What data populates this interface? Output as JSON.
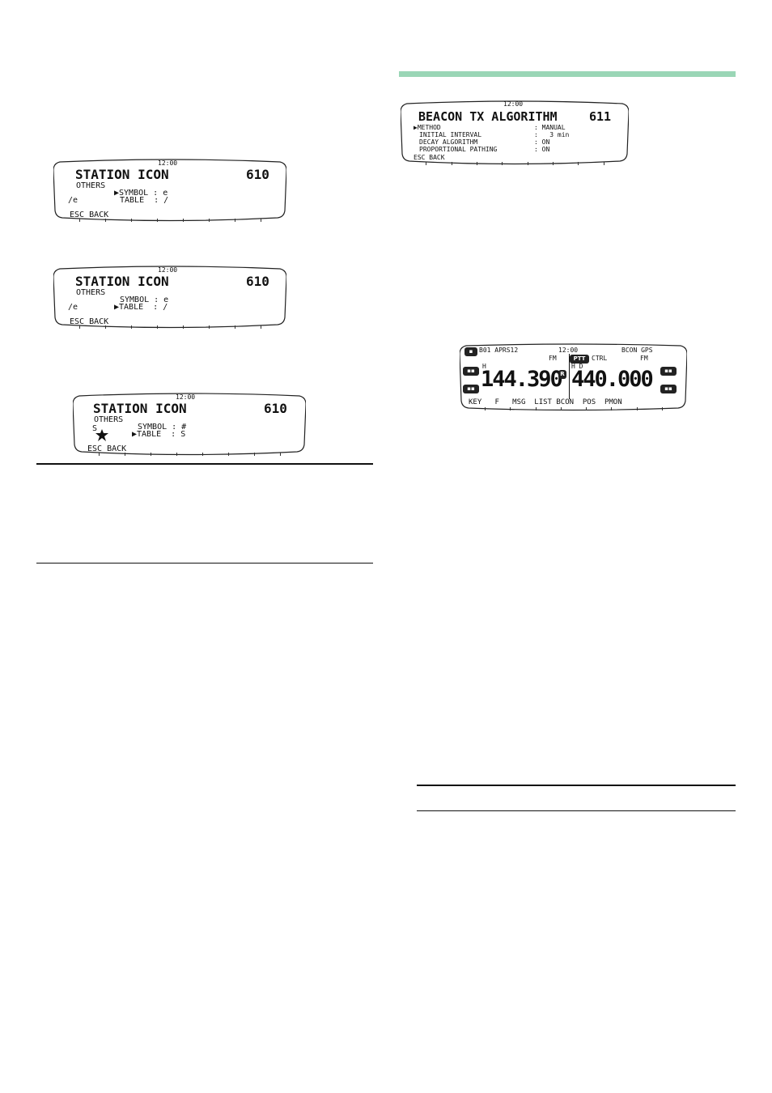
{
  "screens": {
    "s1": {
      "time": "12:00",
      "title": "STATION ICON",
      "num": "610",
      "category": "OTHERS",
      "symbol_line": "▶SYMBOL : e",
      "table_line": "TABLE  : /",
      "code": "/e",
      "softkeys": "ESC BACK"
    },
    "s2": {
      "time": "12:00",
      "title": "STATION ICON",
      "num": "610",
      "category": "OTHERS",
      "symbol_line": "SYMBOL : e",
      "table_line": "▶TABLE  : /",
      "code": "/e",
      "softkeys": "ESC BACK"
    },
    "s3": {
      "time": "12:00",
      "title": "STATION ICON",
      "num": "610",
      "category": "OTHERS",
      "symbol_line": "SYMBOL : #",
      "table_line": "▶TABLE  : S",
      "code": "S",
      "icon": "star-icon",
      "softkeys": "ESC BACK"
    },
    "s4": {
      "time": "12:00",
      "title": "BEACON TX ALGORITHM",
      "num": "611",
      "rows": [
        {
          "label": "▶METHOD",
          "value": ": MANUAL"
        },
        {
          "label": "INITIAL INTERVAL",
          "value": ":   3 min"
        },
        {
          "label": "DECAY ALGORITHM",
          "value": ": ON"
        },
        {
          "label": "PROPORTIONAL PATHING",
          "value": ": ON"
        }
      ],
      "softkeys": "ESC BACK"
    },
    "s5": {
      "status_left": "B01 APRS12",
      "time": "12:00",
      "status_right": "BCON GPS",
      "mode_a": "FM",
      "mode_b": "FM",
      "ctrl": "CTRL",
      "ptt": "PTT",
      "power_a": "H",
      "power_b": "H D",
      "freq_a": "144.390",
      "freq_b": "440.000",
      "ch_sup": "R",
      "softkeys": "KEY   F   MSG  LIST BCON  POS  PMON"
    }
  }
}
